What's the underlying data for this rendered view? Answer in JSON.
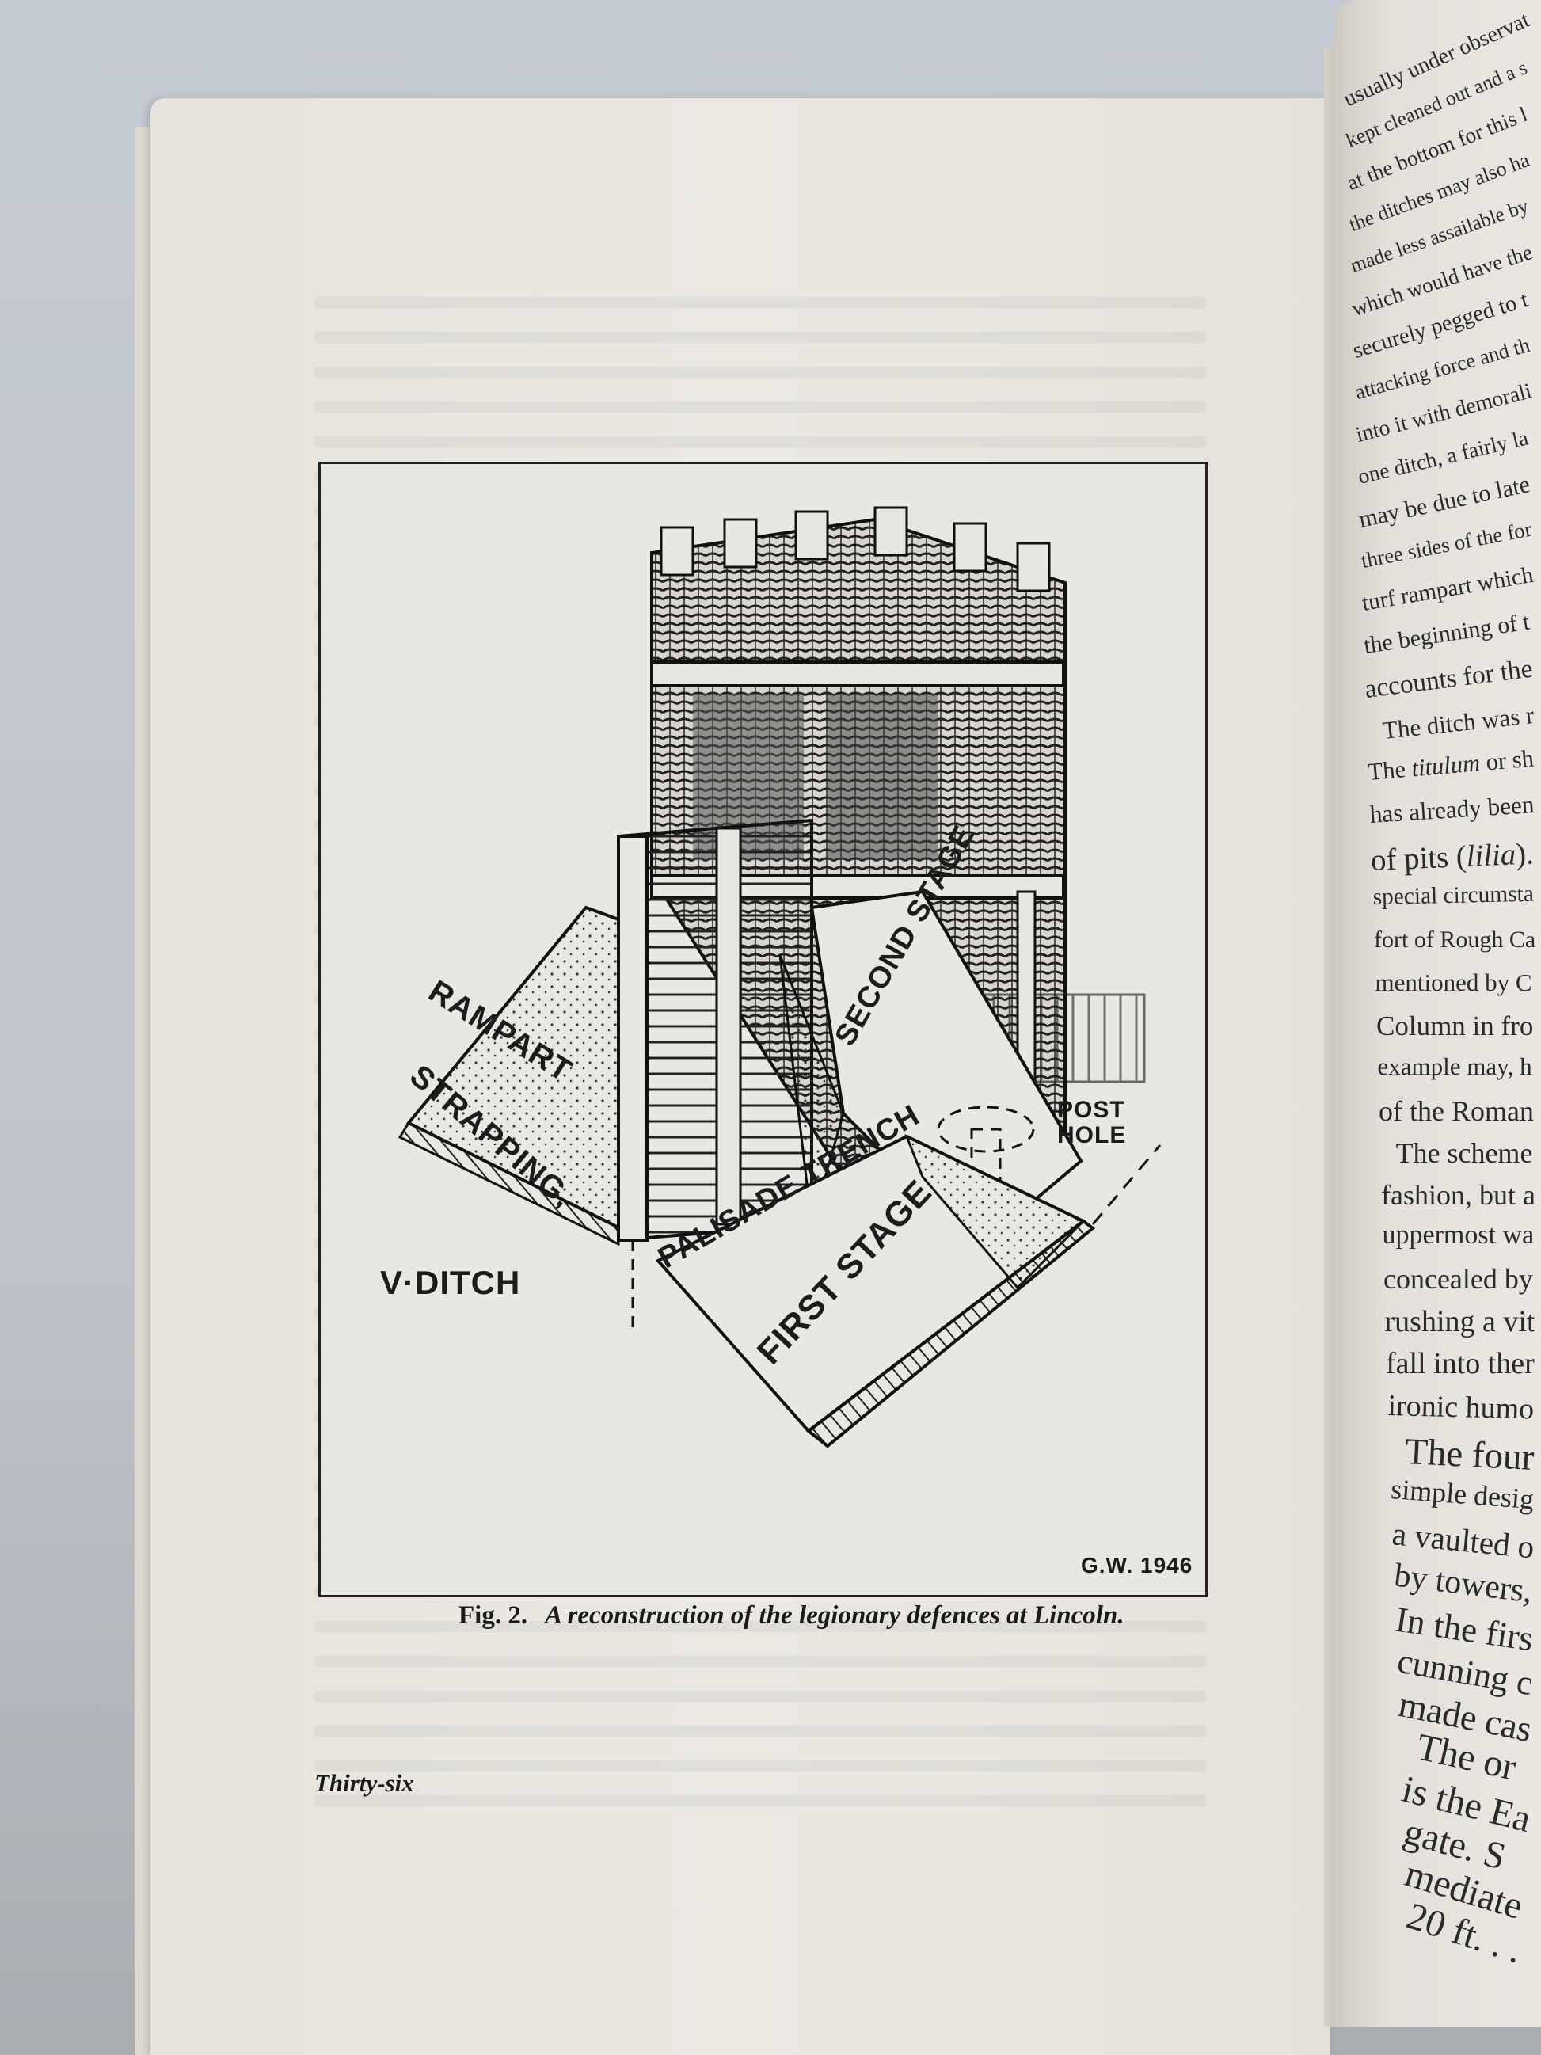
{
  "figure": {
    "labels": {
      "rampart": "RAMPART",
      "strapping": "STRAPPING,",
      "palisade_trench": "PALISADE TRENCH",
      "first_stage": "FIRST STAGE",
      "second_stage": "SECOND STAGE",
      "post_hole": "POST HOLE",
      "v_ditch": "V·DITCH"
    },
    "signature": "G.W. 1946"
  },
  "caption": {
    "number": "Fig. 2.",
    "text": "A reconstruction of the legionary defences at Lincoln."
  },
  "page_number": "Thirty-six",
  "right_page": {
    "lines": [
      "usually under observat",
      "kept cleaned out and a s",
      "at the bottom for this l",
      "the ditches may also ha",
      "made less assailable by",
      "which would have the",
      "securely pegged to t",
      "attacking force and th",
      "into it with demorali",
      "one ditch, a fairly la",
      "may be due to late",
      "three sides of the for",
      "turf rampart which",
      "the beginning of t",
      "accounts for the",
      "The ditch was r",
      "The titulum or sh",
      "has already been",
      "of pits (lilia).",
      "special circumsta",
      "fort of Rough Ca",
      "mentioned by C",
      "Column in fro",
      "example may, h",
      "of the Roman",
      "The scheme",
      "fashion, but a",
      "uppermost wa",
      "concealed by",
      "rushing a vit",
      "fall into ther",
      "ironic humo",
      "The four",
      "simple desig",
      "a vaulted o",
      "by towers,",
      "In the firs",
      "cunning c",
      "made cas",
      "The or",
      "is the Ea",
      "gate. S",
      "mediate",
      "20 ft. . ."
    ],
    "indented": [
      15,
      25,
      32,
      39
    ]
  }
}
